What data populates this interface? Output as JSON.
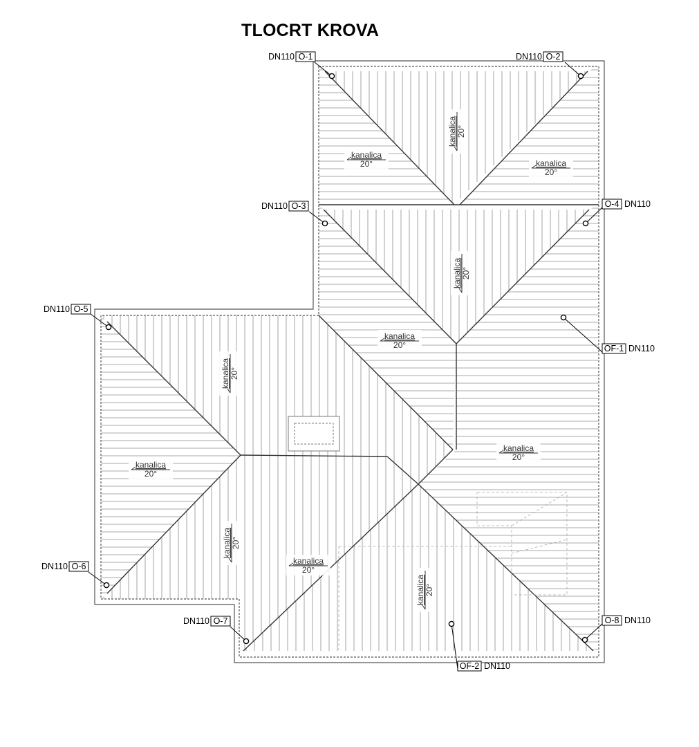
{
  "title": "TLOCRT KROVA",
  "drains": [
    {
      "id": "O-1",
      "size": "DN110"
    },
    {
      "id": "O-2",
      "size": "DN110"
    },
    {
      "id": "O-3",
      "size": "DN110"
    },
    {
      "id": "O-4",
      "size": "DN110"
    },
    {
      "id": "O-5",
      "size": "DN110"
    },
    {
      "id": "O-6",
      "size": "DN110"
    },
    {
      "id": "O-7",
      "size": "DN110"
    },
    {
      "id": "O-8",
      "size": "DN110"
    },
    {
      "id": "OF-1",
      "size": "DN110"
    },
    {
      "id": "OF-2",
      "size": "DN110"
    }
  ],
  "roof_planes": [
    {
      "material": "kanalica",
      "slope": "20°"
    },
    {
      "material": "kanalica",
      "slope": "20°"
    },
    {
      "material": "kanalica",
      "slope": "20°"
    },
    {
      "material": "kanalica",
      "slope": "20°"
    },
    {
      "material": "kanalica",
      "slope": "20°"
    },
    {
      "material": "kanalica",
      "slope": "20°"
    },
    {
      "material": "kanalica",
      "slope": "20°"
    },
    {
      "material": "kanalica",
      "slope": "20°"
    },
    {
      "material": "kanalica",
      "slope": "20°"
    },
    {
      "material": "kanalica",
      "slope": "20°"
    },
    {
      "material": "kanalica",
      "slope": "20°"
    }
  ],
  "colors": {
    "line": "#4a4a4a",
    "hatch": "#8c8c8c",
    "text": "#000000"
  }
}
